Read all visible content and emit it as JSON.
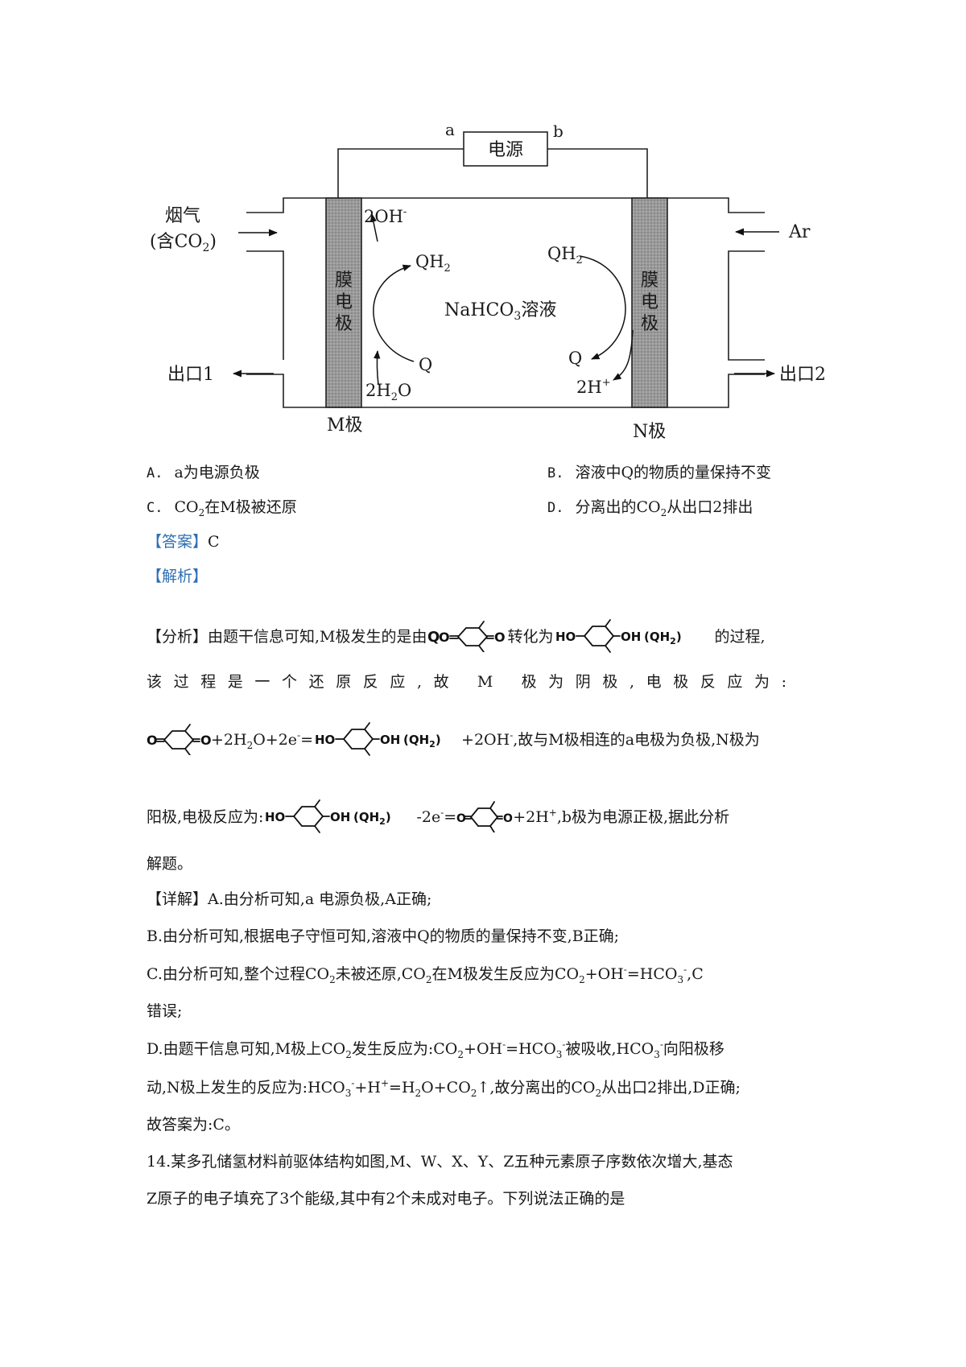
{
  "diagram": {
    "power_label": "电源",
    "terminal_a": "a",
    "terminal_b": "b",
    "inlet_left_line1": "烟气",
    "inlet_left_line2": "(含CO",
    "inlet_left_line2_sub": "2",
    "inlet_left_line2_end": ")",
    "inlet_right": "Ar",
    "outlet1": "出口1",
    "outlet2": "出口2",
    "membrane_left": [
      "膜",
      "电",
      "极"
    ],
    "membrane_right": [
      "膜",
      "电",
      "极"
    ],
    "solution": "NaHCO",
    "solution_sub": "3",
    "solution_end": "溶液",
    "left_2oh": "2OH",
    "left_2oh_sup": "-",
    "left_qh2": "QH",
    "left_qh2_sub": "2",
    "left_q": "Q",
    "left_2h2o_a": "2H",
    "left_2h2o_sub": "2",
    "left_2h2o_b": "O",
    "right_qh2": "QH",
    "right_qh2_sub": "2",
    "right_q": "Q",
    "right_2h": "2H",
    "right_2h_sup": "+",
    "electrode_m": "M极",
    "electrode_n": "N极"
  },
  "molecule_labels": {
    "ho": "HO",
    "oh": "OH",
    "o": "O",
    "qh2": "QH",
    "qh2_sub": "2",
    "q": "Q"
  },
  "options": {
    "a": {
      "label": "A.",
      "text": "a为电源负极"
    },
    "b": {
      "label": "B.",
      "text": "溶液中Q的物质的量保持不变"
    },
    "c": {
      "label": "C.",
      "t1": "CO",
      "sub": "2",
      "t2": "在M极被还原"
    },
    "d": {
      "label": "D.",
      "t1": "分离出的CO",
      "sub": "2",
      "t2": "从出口2排出"
    }
  },
  "answer": {
    "label": "【答案】",
    "value": "C"
  },
  "analysis_header": "【解析】",
  "analysis": {
    "tag": "【分析】",
    "p1_a": "由题干信息可知,M极发生的是由",
    "p1_b": "转化为",
    "p1_c": "的过程,",
    "p2": "该过程是一个还原反应,故 M 极为阴极,电极反应为:",
    "p3_a": "+2H",
    "p3_sub": "2",
    "p3_b": "O+2e",
    "p3_sup": "-",
    "p3_c": "=",
    "p3_d": "+2OH",
    "p3_sup2": "-",
    "p3_e": ",故与M极相连的a电极为负极,N极为",
    "p4_a": "阳极,电极反应为:",
    "p4_b": "-2e",
    "p4_sup": "-",
    "p4_c": "=",
    "p4_d": "+2H",
    "p4_sup2": "+",
    "p4_e": ",b极为电源正极,据此分析",
    "p5": "解题。"
  },
  "detail": {
    "tag": "【详解】",
    "a": "A.由分析可知,a   电源负极,A正确;",
    "b": "B.由分析可知,根据电子守恒可知,溶液中Q的物质的量保持不变,B正确;",
    "c1_a": "C.由分析可知,整个过程CO",
    "c1_sub1": "2",
    "c1_b": "未被还原,CO",
    "c1_sub2": "2",
    "c1_c": "在M极发生反应为CO",
    "c1_sub3": "2",
    "c1_d": "+OH",
    "c1_sup1": "-",
    "c1_e": "=HCO",
    "c1_sub4": "3",
    "c1_sup2": "-",
    "c1_f": ",C",
    "c2": "错误;",
    "d1_a": "D.由题干信息可知,M极上CO",
    "d1_sub1": "2",
    "d1_b": "发生反应为:CO",
    "d1_sub2": "2",
    "d1_c": "+OH",
    "d1_sup1": "-",
    "d1_d": "=HCO",
    "d1_sub3": "3",
    "d1_sup2": "-",
    "d1_e": "被吸收,HCO",
    "d1_sub4": "3",
    "d1_sup3": "-",
    "d1_f": "向阳极移",
    "d2_a": "动,N极上发生的反应为:HCO",
    "d2_sub1": "3",
    "d2_sup1": "-",
    "d2_b": "+H",
    "d2_sup2": "+",
    "d2_c": "=H",
    "d2_sub2": "2",
    "d2_d": "O+CO",
    "d2_sub3": "2",
    "d2_e": "↑,故分离出的CO",
    "d2_sub4": "2",
    "d2_f": "从出口2排出,D正确;",
    "conclusion": "故答案为:C。"
  },
  "question14": {
    "line1": "14.某多孔储氢材料前驱体结构如图,M、W、X、Y、Z五种元素原子序数依次增大,基态",
    "line2": "Z原子的电子填充了3个能级,其中有2个未成对电子。下列说法正确的是"
  }
}
